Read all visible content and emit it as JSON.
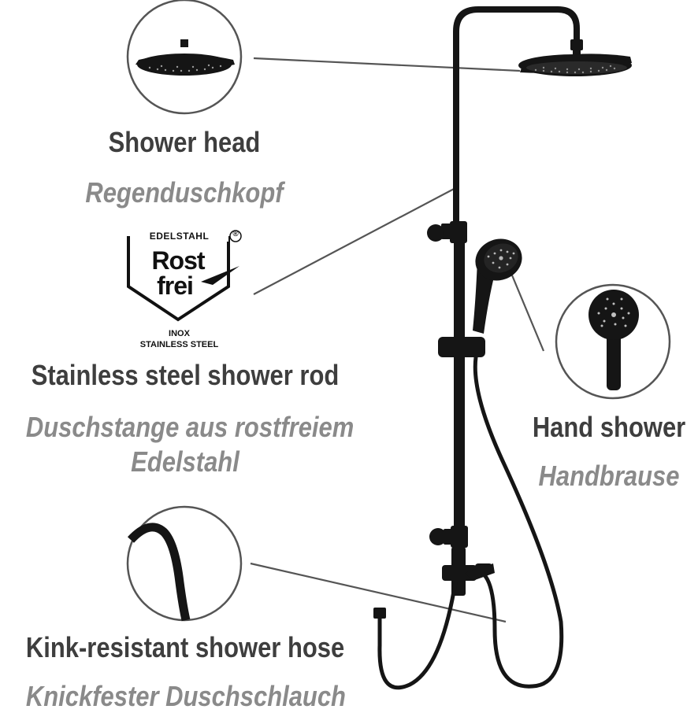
{
  "callouts": {
    "shower_head": {
      "title": "Shower head",
      "subtitle": "Regenduschkopf"
    },
    "shower_rod": {
      "title": "Stainless steel shower rod",
      "subtitle_line1": "Duschstange aus rostfreiem",
      "subtitle_line2": "Edelstahl"
    },
    "hand_shower": {
      "title": "Hand shower",
      "subtitle": "Handbrause"
    },
    "shower_hose": {
      "title": "Kink-resistant shower hose",
      "subtitle": "Knickfester Duschschlauch"
    }
  },
  "logo": {
    "top": "EDELSTAHL",
    "registered": "®",
    "word1": "Rost",
    "word2": "frei",
    "line1": "INOX",
    "line2": "STAINLESS STEEL"
  },
  "colors": {
    "fixture": "#151515",
    "callout_line": "#555555",
    "title": "#3e3e3e",
    "subtitle": "#8a8a8a"
  }
}
